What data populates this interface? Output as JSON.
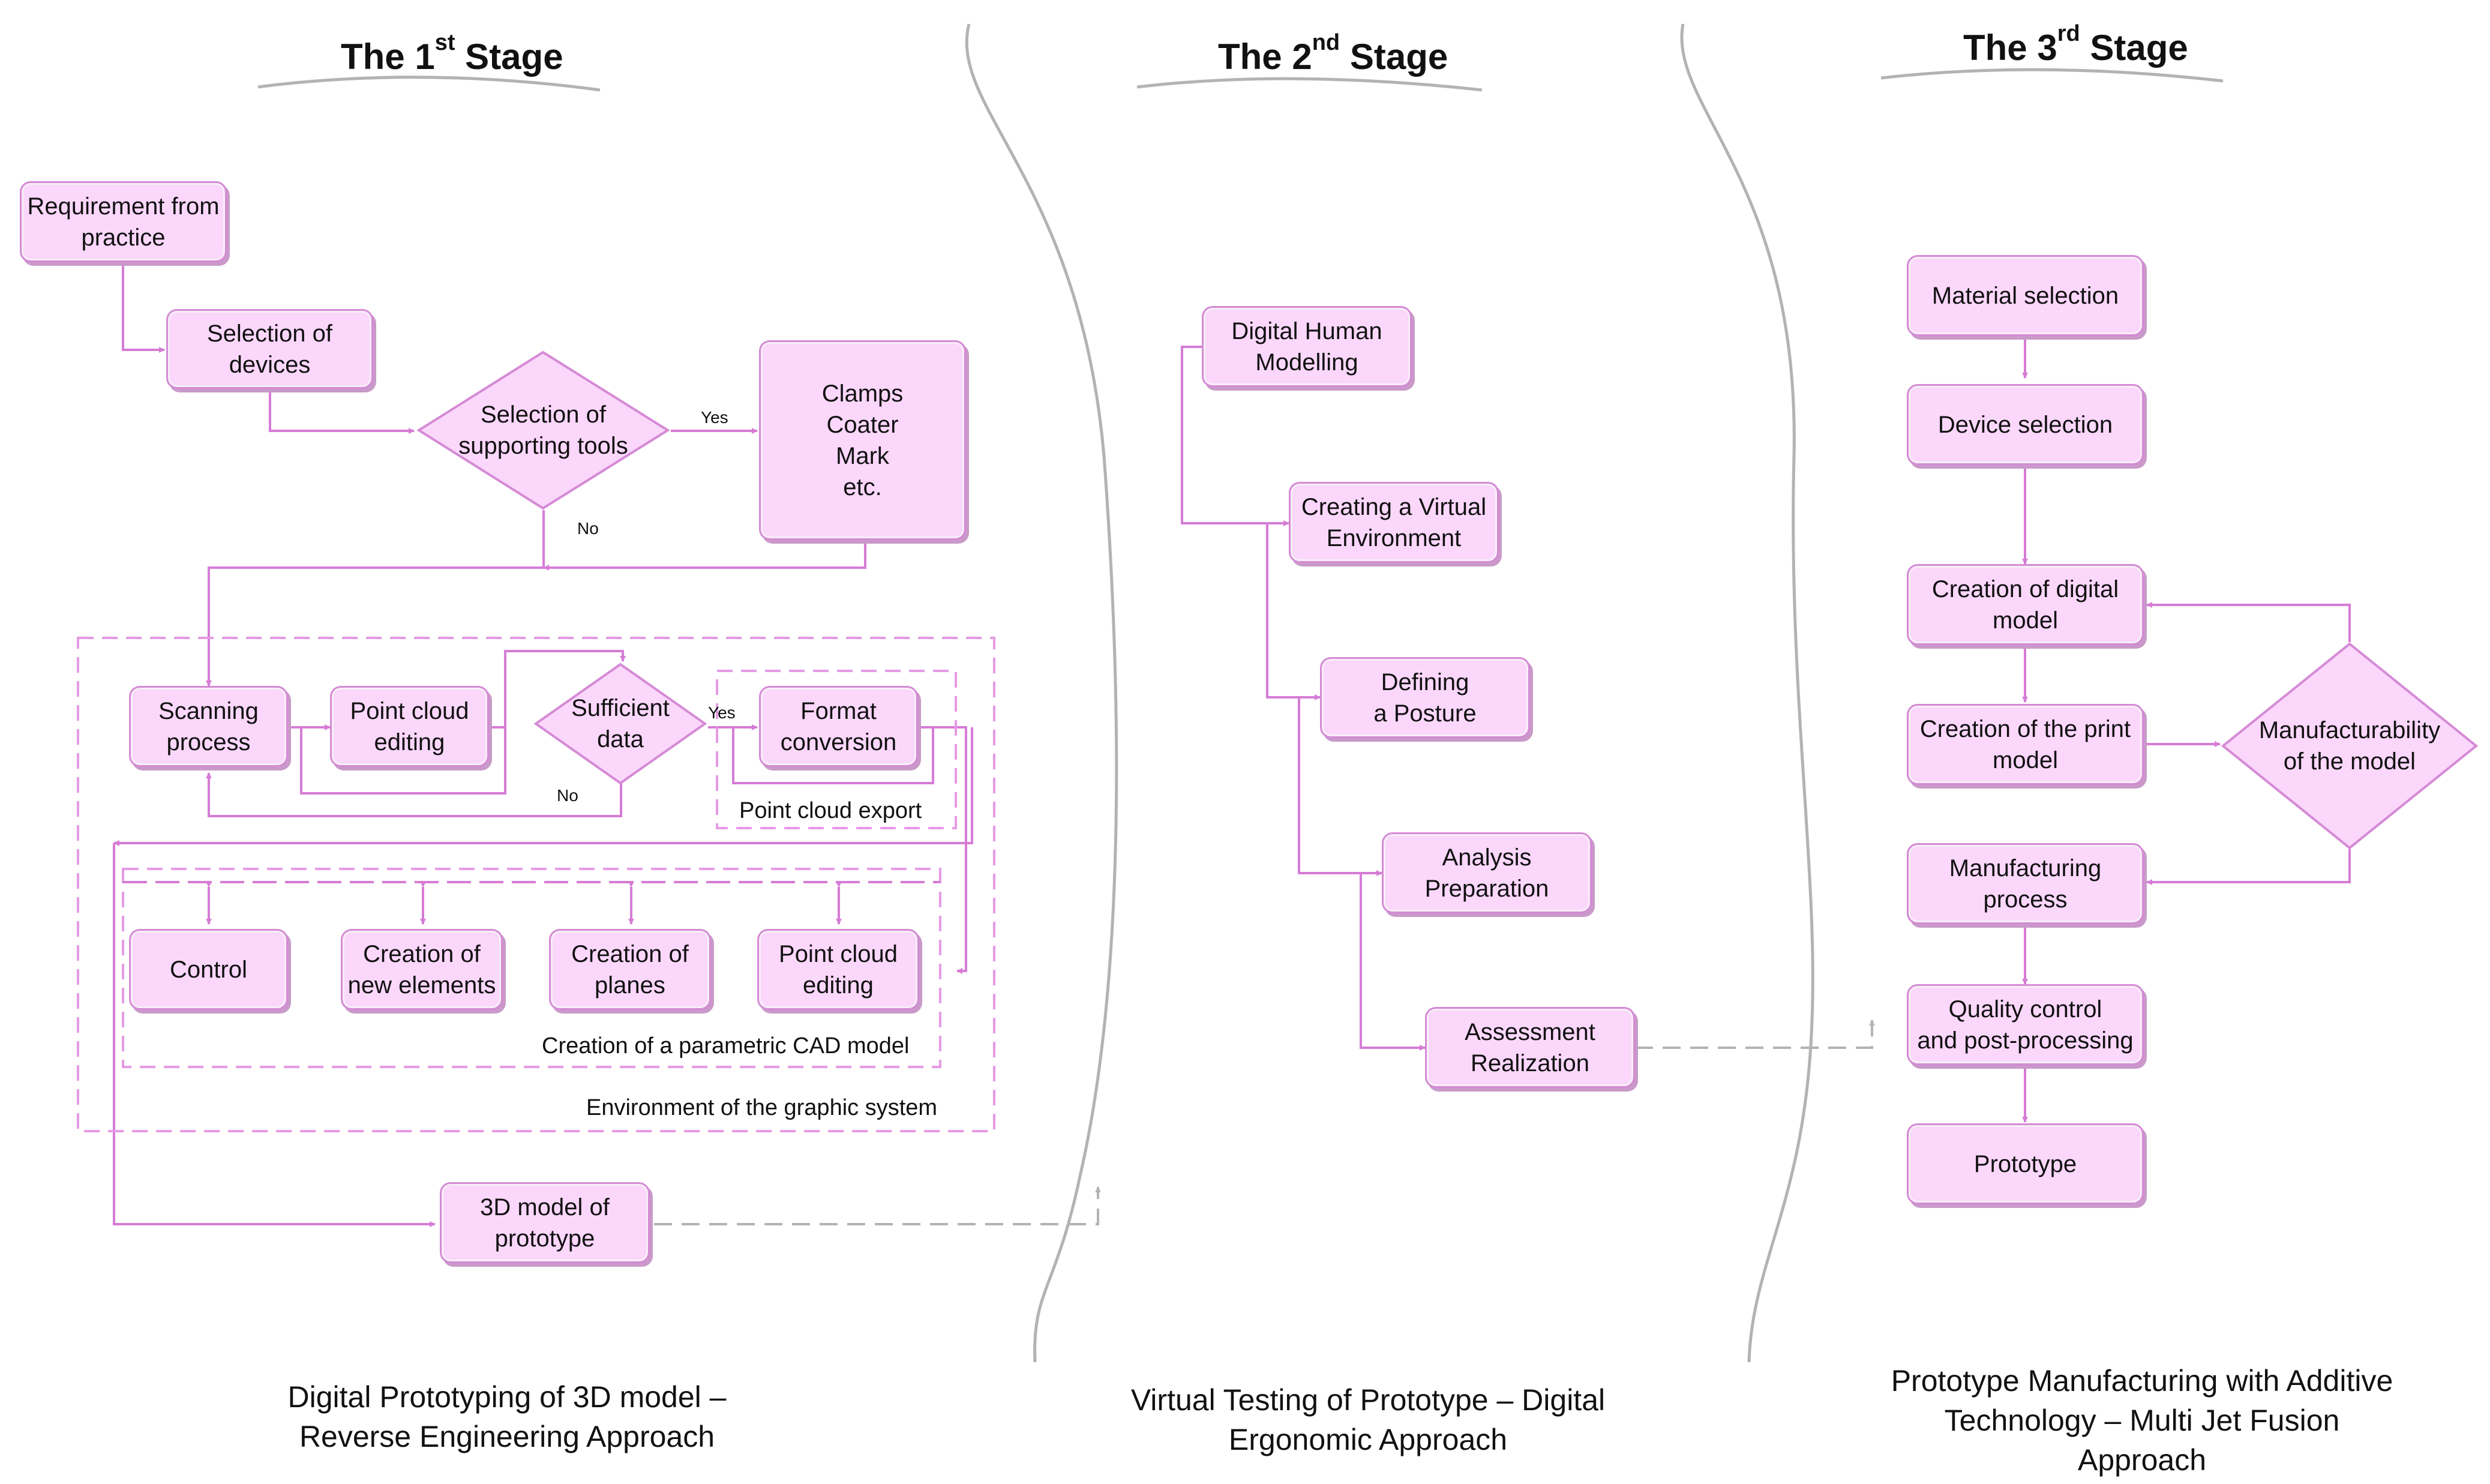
{
  "stages": [
    {
      "prefix": "The 1",
      "sup": "st",
      "suffix": " Stage",
      "caption": "Digital Prototyping of 3D model –\nReverse Engineering Approach"
    },
    {
      "prefix": "The 2",
      "sup": "nd",
      "suffix": " Stage",
      "caption": "Virtual Testing of Prototype – Digital\nErgonomic Approach"
    },
    {
      "prefix": "The 3",
      "sup": "rd",
      "suffix": " Stage",
      "caption": "Prototype Manufacturing with Additive\nTechnology – Multi Jet Fusion\nApproach"
    }
  ],
  "stage1": {
    "requirement": "Requirement from\npractice",
    "selection_devices": "Selection of\ndevices",
    "supporting_tools": "Selection of\nsupporting tools",
    "clamps": "Clamps\nCoater\nMark\netc.",
    "yes": "Yes",
    "no": "No",
    "scanning": "Scanning\nprocess",
    "pc_editing": "Point cloud\nediting",
    "sufficient": "Sufficient\ndata",
    "format_conversion": "Format\nconversion",
    "pc_export": "Point cloud export",
    "control": "Control",
    "new_elements": "Creation of\nnew elements",
    "planes": "Creation of\nplanes",
    "pc_editing2": "Point cloud\nediting",
    "cad_model": "Creation of a parametric CAD model",
    "environment": "Environment of the graphic system",
    "model3d": "3D model of\nprototype"
  },
  "stage2": {
    "dhm": "Digital Human\nModelling",
    "virtual_env": "Creating a Virtual\nEnvironment",
    "posture": "Defining\na Posture",
    "analysis": "Analysis\nPreparation",
    "assessment": "Assessment\nRealization"
  },
  "stage3": {
    "material": "Material selection",
    "device": "Device selection",
    "digital_model": "Creation of digital\nmodel",
    "print_model": "Creation of the print\nmodel",
    "manufacturability": "Manufacturability\nof the model",
    "manufacturing": "Manufacturing\nprocess",
    "quality": "Quality control\nand post-processing",
    "prototype": "Prototype"
  },
  "colors": {
    "box_fill": "#fbd7fb",
    "box_border": "#d58ad5",
    "connector": "#d67cd6",
    "divider": "#b3b3b3"
  }
}
